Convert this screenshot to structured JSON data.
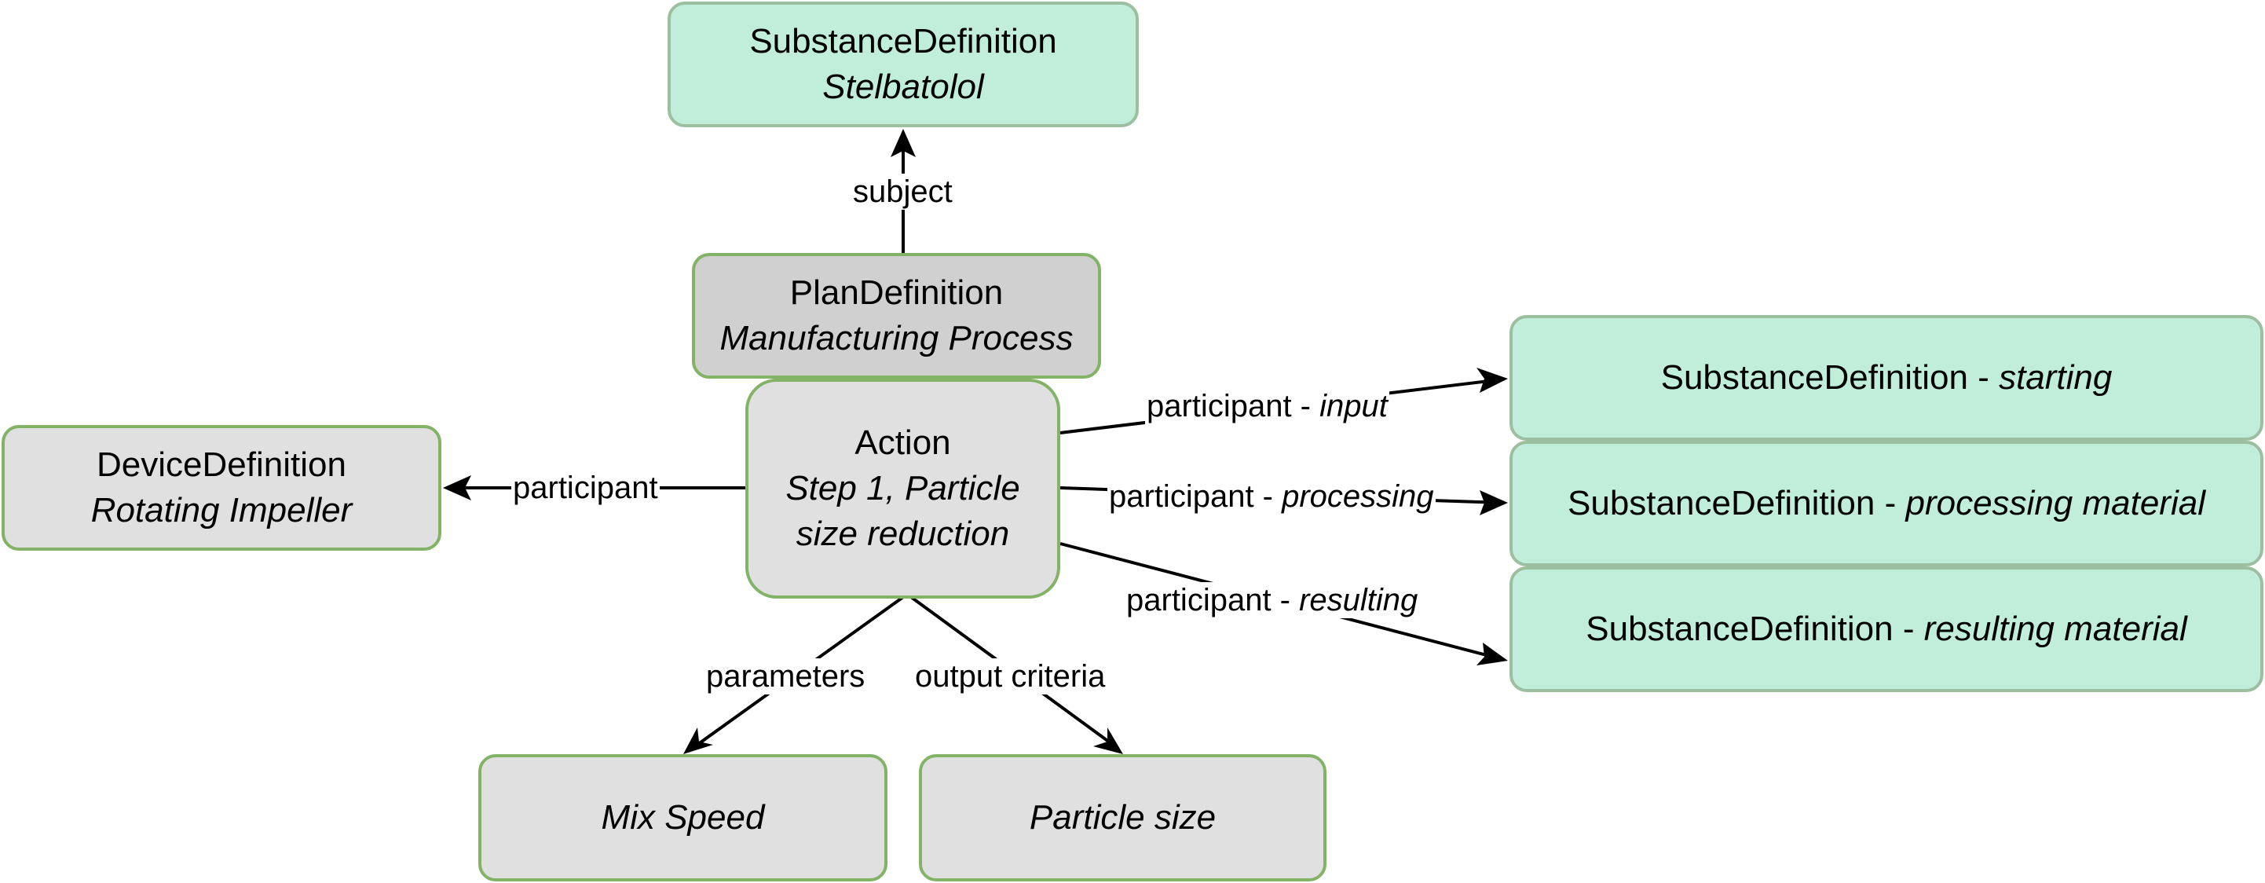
{
  "diagram": {
    "nodes": {
      "substance_subject": {
        "title": "SubstanceDefinition",
        "subtitle": "Stelbatolol"
      },
      "plan_definition": {
        "title": "PlanDefinition",
        "subtitle": "Manufacturing Process"
      },
      "action": {
        "title": "Action",
        "subtitle_line1": "Step 1, Particle",
        "subtitle_line2": "size reduction"
      },
      "device_definition": {
        "title": "DeviceDefinition",
        "subtitle": "Rotating Impeller"
      },
      "substance_starting": {
        "title": "SubstanceDefinition - ",
        "subtitle": "starting"
      },
      "substance_processing": {
        "title": "SubstanceDefinition - ",
        "subtitle": "processing material"
      },
      "substance_resulting": {
        "title": "SubstanceDefinition - ",
        "subtitle": "resulting material"
      },
      "mix_speed": {
        "title": "Mix Speed"
      },
      "particle_size": {
        "title": "Particle size"
      }
    },
    "edges": {
      "subject": "subject",
      "participant_device": "participant",
      "participant_input": {
        "prefix": "participant - ",
        "role": "input"
      },
      "participant_processing": {
        "prefix": "participant - ",
        "role": "processing"
      },
      "participant_resulting": {
        "prefix": "participant - ",
        "role": "resulting"
      },
      "parameters": "parameters",
      "output_criteria": "output criteria"
    },
    "colors": {
      "green_border": "#82b366",
      "mint_fill": "#c0eedb",
      "mint_border": "#9cbfa0",
      "gray_fill": "#e0e0e0",
      "dark_gray_fill": "#d0d0d0"
    }
  }
}
